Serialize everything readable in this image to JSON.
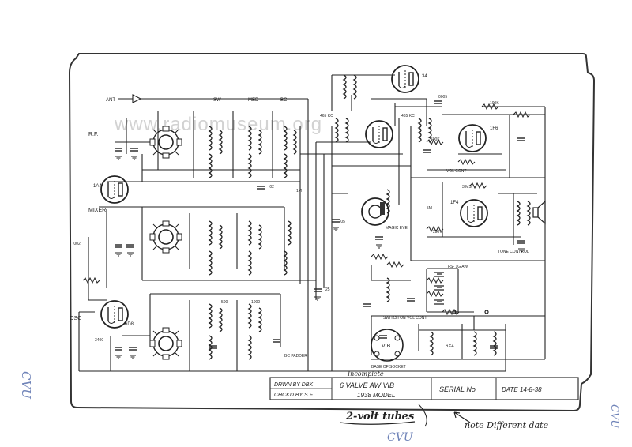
{
  "watermark": "www.radiomuseum.org",
  "section_labels": {
    "ant": "ANT",
    "rf": "R.F.",
    "mixer": "MIXER",
    "osc": "OSC",
    "sw": "SW",
    "med": "MED",
    "bc": "BC"
  },
  "valves": {
    "v_rf": "",
    "v_mixer": "1A4",
    "v_osc": "6D8",
    "v_if": "",
    "v_det": "1F6",
    "v_out": "1F4",
    "v_top": "34",
    "v_vib": "VIB",
    "v_rect": "6X4"
  },
  "component_labels": {
    "if_465a": "465 KC",
    "if_465b": "465 KC",
    "magic_eye": "MAGIC EYE",
    "vol_cont": "VOL CONT",
    "tone_control": "TONE CONTROL",
    "sw_3ms": "3 MS",
    "bc_padder": "BC PADDER",
    "switch_on_vol": "SWITCH ON VOL CONT",
    "base_of_socket": "BASE OF SOCKET",
    "fs_batt": "FS- 1G AW",
    "r_100k": "100K",
    "r_500k": "500K",
    "r_1m": "1M",
    "r_5m": "5M",
    "c_02": ".02",
    "c_05": ".05",
    "c_002": ".002",
    "c_3400": "3400",
    "c_0005": "0005",
    "c_25": "25",
    "v_250": "250V",
    "c_500": "500",
    "c_1000": "1000"
  },
  "title_block": {
    "drawn_by": "DRWN BY DBK",
    "chkd_by": "CHCKD BY S.F.",
    "model_line1": "6 VALVE AW VIB",
    "model_line2": "1938 MODEL",
    "serial": "SERIAL No",
    "date": "DATE 14-8-38"
  },
  "annotations": {
    "above_model": "Incomplete",
    "two_volt": "2-volt tubes",
    "note": "note Different date",
    "cvu_bottom": "CVU",
    "cvu_left": "CVU",
    "cvu_right": "CVU"
  }
}
